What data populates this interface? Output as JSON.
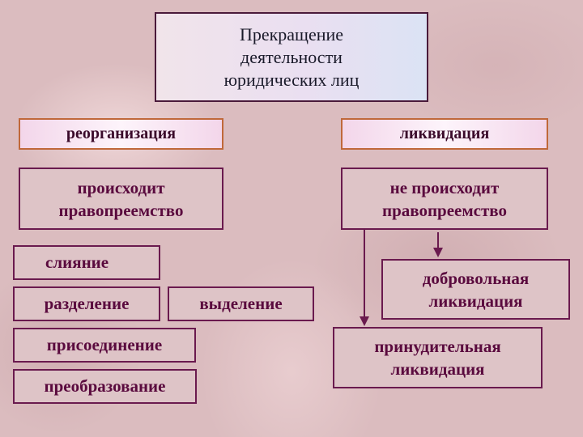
{
  "title": "Прекращение деятельности юридических лиц",
  "reorganization": {
    "label": "реорганизация",
    "note": "происходит правопреемство",
    "forms": [
      "слияние",
      "разделение",
      "выделение",
      "присоединение",
      "преобразование"
    ]
  },
  "liquidation": {
    "label": "ликвидация",
    "note": "не происходит правопреемство",
    "voluntary": "добровольная ликвидация",
    "forced": "принудительная ликвидация"
  },
  "colors": {
    "border": "#6a1a4e",
    "text": "#5a0a3e",
    "arrow": "#6a1a4e"
  }
}
